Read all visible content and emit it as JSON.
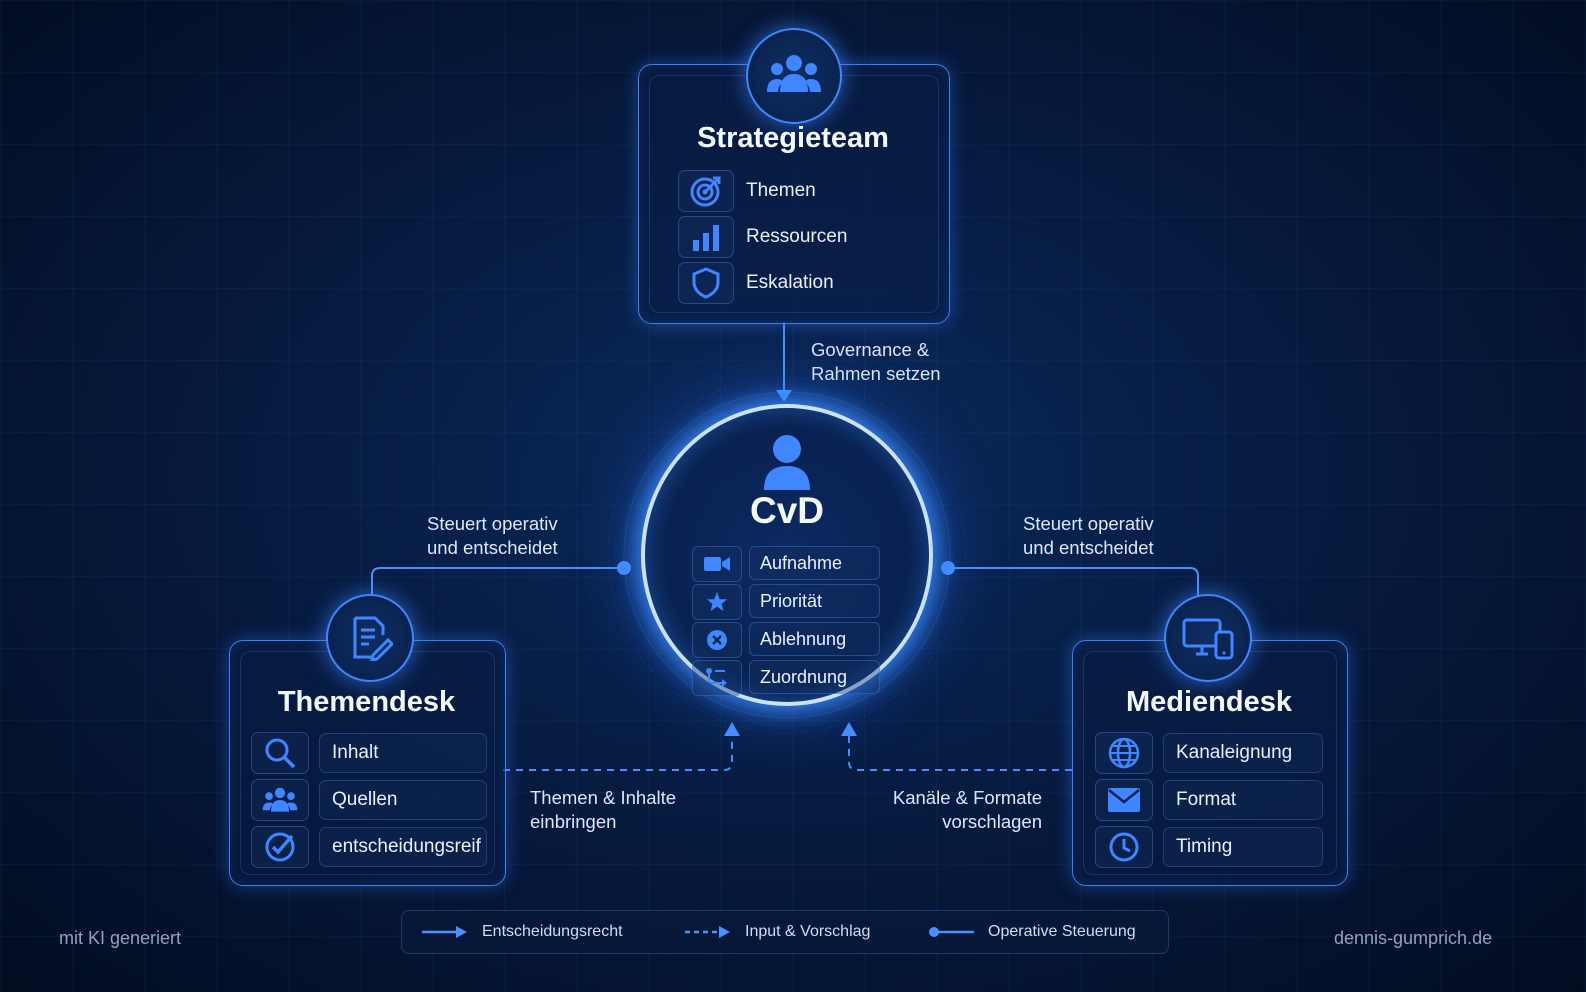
{
  "strategieteam": {
    "title": "Strategieteam",
    "items": [
      {
        "icon": "target-icon",
        "label": "Themen"
      },
      {
        "icon": "bar-chart-icon",
        "label": "Ressourcen"
      },
      {
        "icon": "shield-icon",
        "label": "Eskalation"
      }
    ]
  },
  "cvd": {
    "title": "CvD",
    "items": [
      {
        "icon": "video-camera-icon",
        "label": "Aufnahme"
      },
      {
        "icon": "star-icon",
        "label": "Priorität"
      },
      {
        "icon": "x-circle-icon",
        "label": "Ablehnung"
      },
      {
        "icon": "route-icon",
        "label": "Zuordnung"
      }
    ]
  },
  "themendesk": {
    "title": "Themendesk",
    "items": [
      {
        "icon": "search-icon",
        "label": "Inhalt"
      },
      {
        "icon": "people-icon",
        "label": "Quellen"
      },
      {
        "icon": "check-circle-icon",
        "label": "entscheidungsreif"
      }
    ]
  },
  "mediendesk": {
    "title": "Mediendesk",
    "items": [
      {
        "icon": "globe-icon",
        "label": "Kanaleignung"
      },
      {
        "icon": "envelope-icon",
        "label": "Format"
      },
      {
        "icon": "clock-icon",
        "label": "Timing"
      }
    ]
  },
  "connections": {
    "governance": [
      "Governance &",
      "Rahmen setzen"
    ],
    "steuert_left": [
      "Steuert operativ",
      "und entscheidet"
    ],
    "steuert_right": [
      "Steuert operativ",
      "und entscheidet"
    ],
    "themen_input": [
      "Themen & Inhalte",
      "einbringen"
    ],
    "kanaele_input": [
      "Kanäle & Formate",
      "vorschlagen"
    ]
  },
  "legend": {
    "entscheidungsrecht": "Entscheidungsrecht",
    "input": "Input & Vorschlag",
    "operativ": "Operative Steuerung"
  },
  "footer": {
    "left": "mit KI generiert",
    "right": "dennis-gumprich.de"
  },
  "colors": {
    "accent": "#3f86ff",
    "line": "#4a90ff",
    "text": "#e8f0ff",
    "muted": "#8ea2c4"
  }
}
